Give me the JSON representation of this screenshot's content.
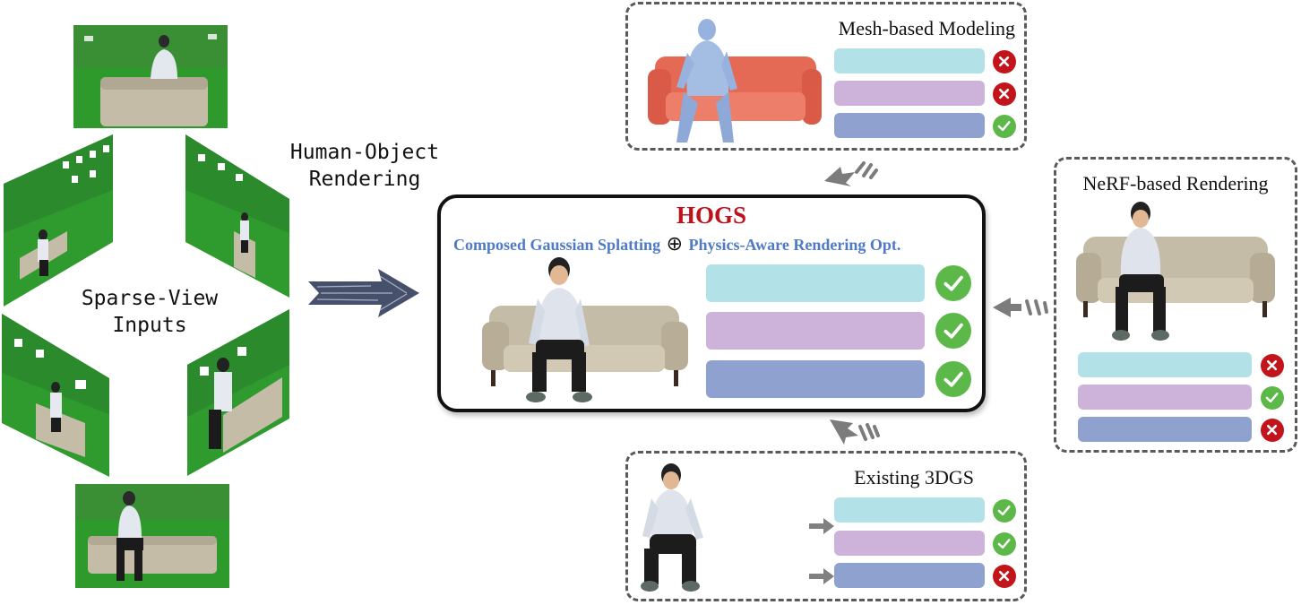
{
  "labels": {
    "sparse_view_line1": "Sparse-View",
    "sparse_view_line2": "Inputs",
    "hor_line1": "Human-Object",
    "hor_line2": "Rendering"
  },
  "hogs": {
    "title": "HOGS",
    "component_a": "Composed Gaussian Splatting",
    "plus": "⊕",
    "component_b": "Physics-Aware Rendering Opt.",
    "results": [
      "check",
      "check",
      "check"
    ]
  },
  "mesh": {
    "title": "Mesh-based Modeling",
    "results": [
      "cross",
      "cross",
      "check"
    ]
  },
  "nerf": {
    "title": "NeRF-based Rendering",
    "results": [
      "cross",
      "check",
      "cross"
    ]
  },
  "existing": {
    "title": "Existing 3DGS",
    "results": [
      "check",
      "check",
      "cross"
    ]
  },
  "colors": {
    "hogs_title": "#c0101a",
    "hogs_components": "#4f7ac7",
    "green_screen": "#2d9a2a",
    "check": "#5cb949",
    "cross": "#c2141b",
    "bar_cyan": "#b2e2e7",
    "bar_purple": "#cdb2da",
    "bar_blue": "#8fa2cf",
    "sofa": "#c5bca8",
    "mesh_sofa": "#e56a55",
    "mesh_body": "#97b2de"
  }
}
